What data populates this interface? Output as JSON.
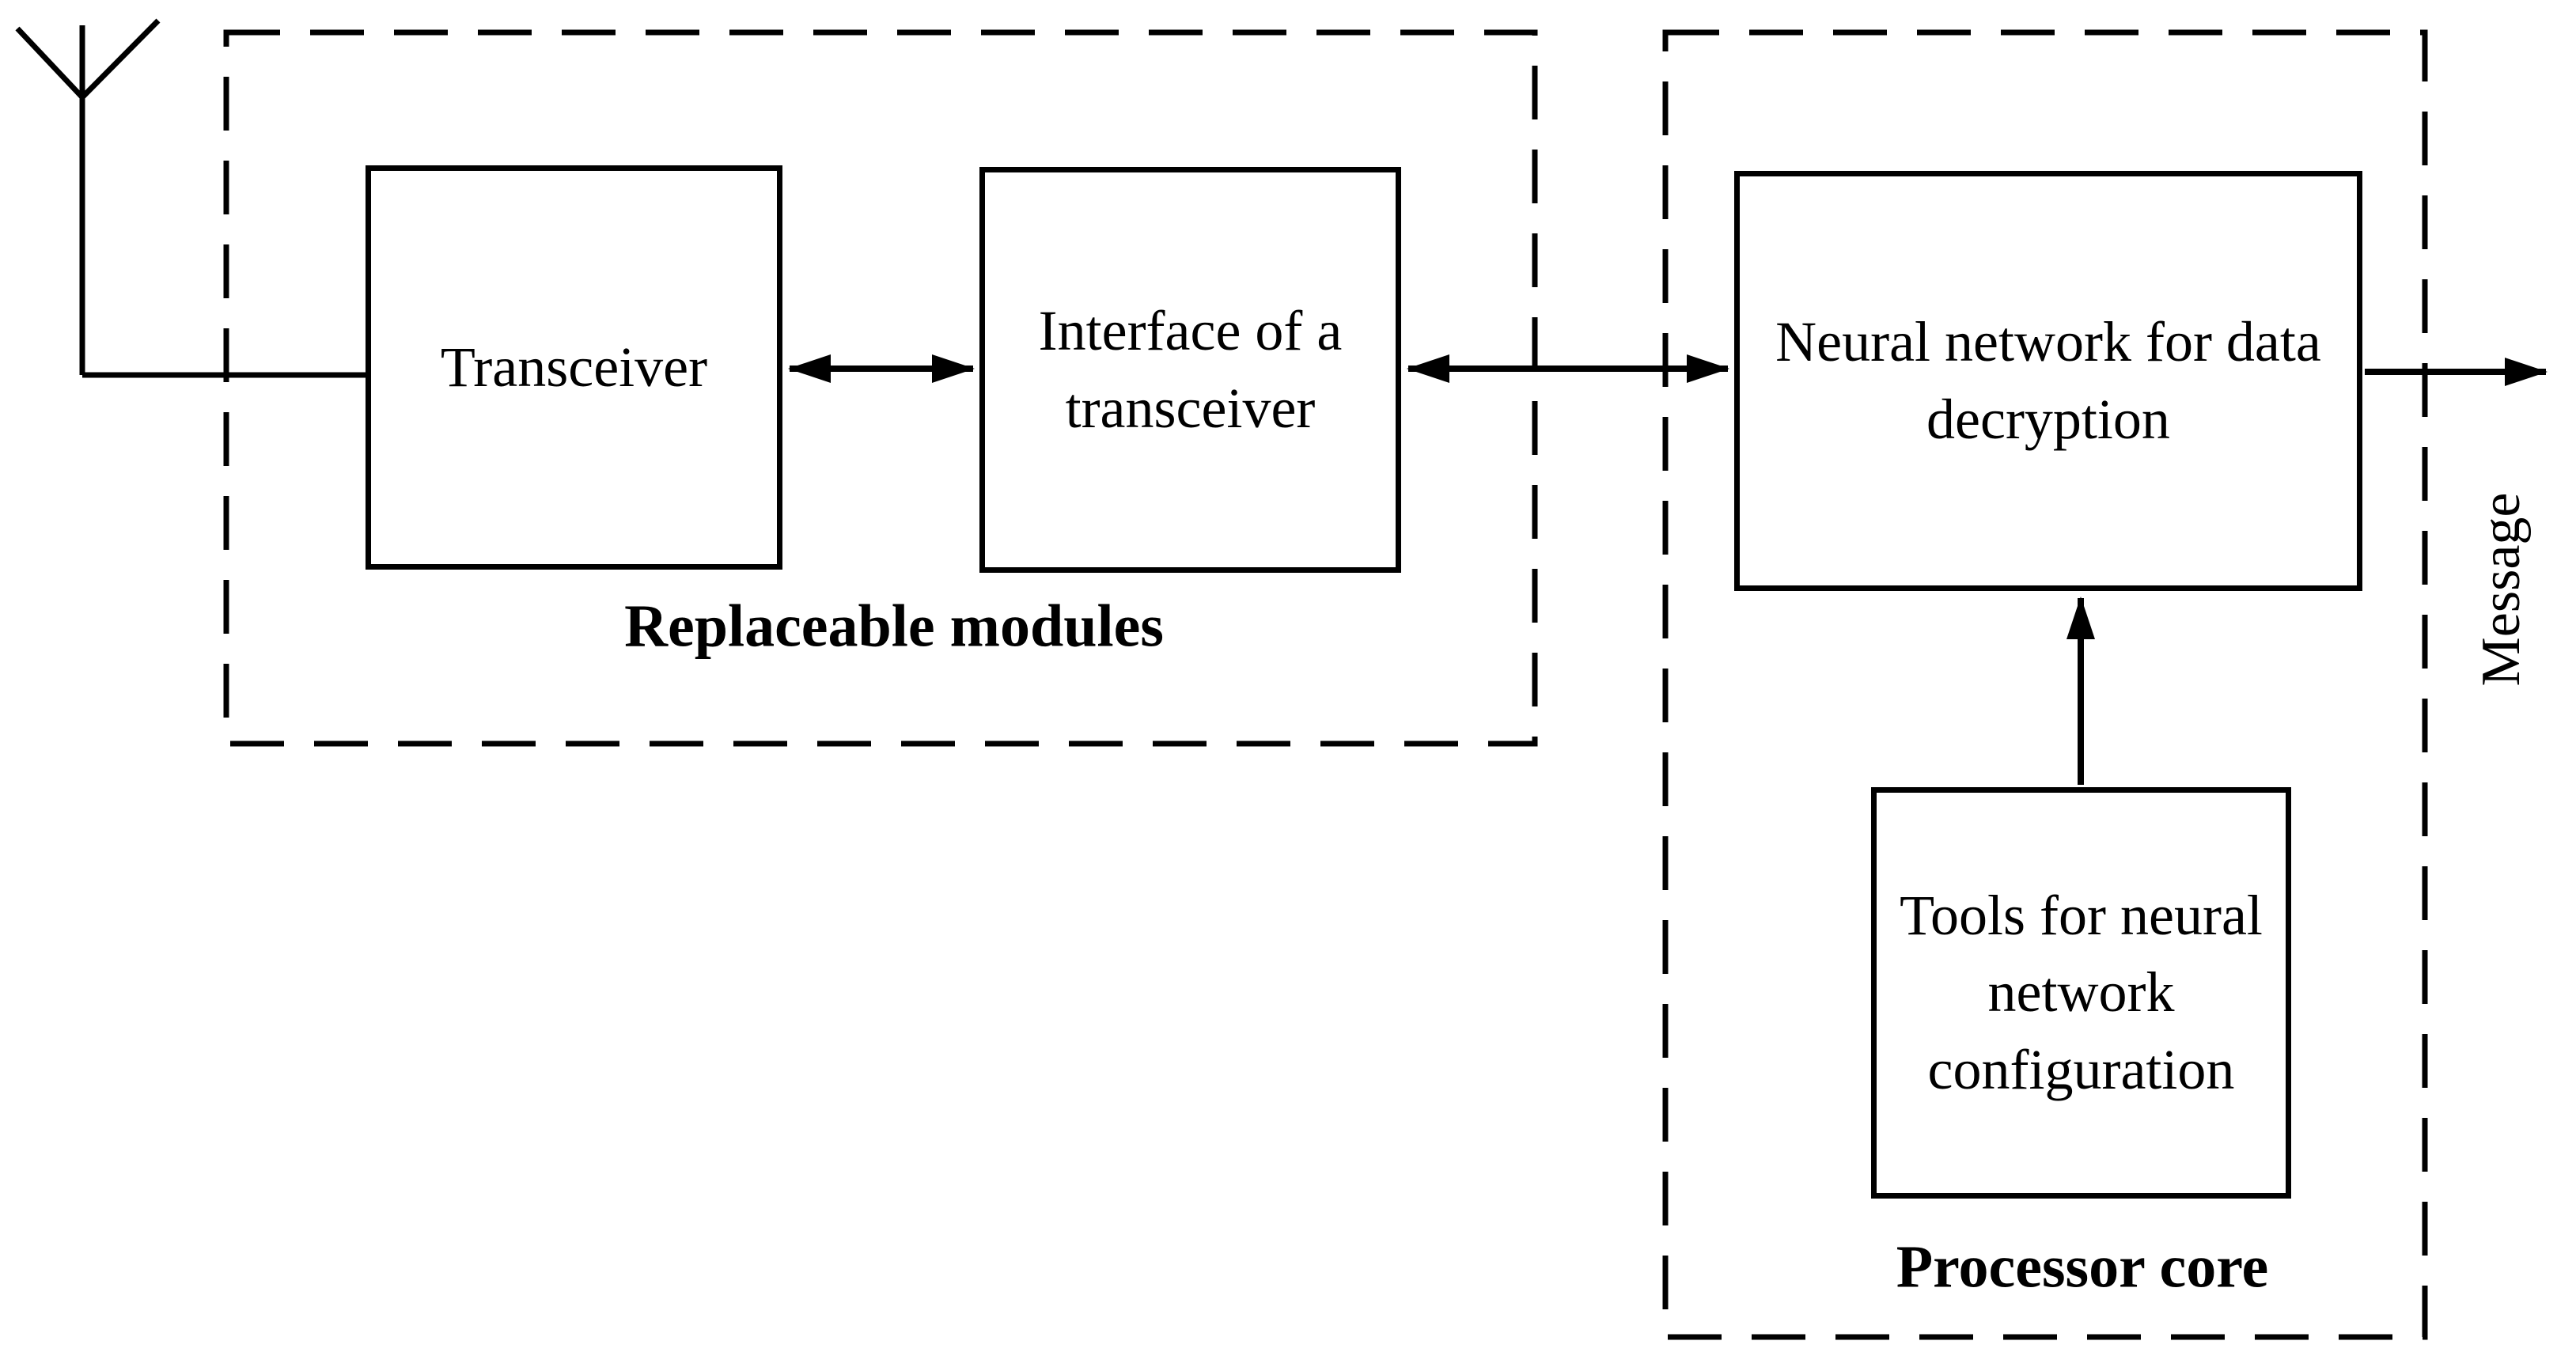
{
  "colors": {
    "ink": "#000000",
    "background": "#ffffff"
  },
  "groups": {
    "replaceable": {
      "label": "Replaceable modules"
    },
    "processor": {
      "label": "Processor core"
    }
  },
  "nodes": {
    "transceiver": {
      "label": "Transceiver"
    },
    "interface": {
      "label": "Interface of a\ntransceiver"
    },
    "neural": {
      "label": "Neural network for data\ndecryption"
    },
    "tools": {
      "label": "Tools for neural\nnetwork\nconfiguration"
    }
  },
  "outputs": {
    "message": "Message"
  }
}
